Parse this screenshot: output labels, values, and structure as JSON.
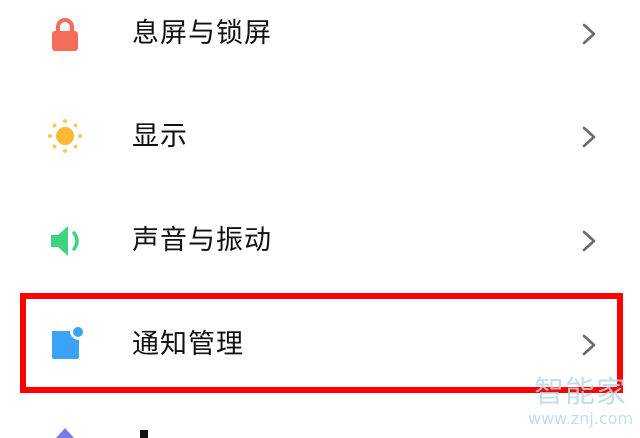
{
  "settings": {
    "items": [
      {
        "label": "息屏与锁屏",
        "icon": "lock-icon",
        "color": "#f56d5a"
      },
      {
        "label": "显示",
        "icon": "sun-icon",
        "color": "#fbb735"
      },
      {
        "label": "声音与振动",
        "icon": "speaker-icon",
        "color": "#3fd37f"
      },
      {
        "label": "通知管理",
        "icon": "notification-icon",
        "color": "#3aa3f5"
      }
    ],
    "highlight_color": "#ff0000"
  },
  "watermark": {
    "title": "智能家",
    "url": "www.znj.com"
  }
}
